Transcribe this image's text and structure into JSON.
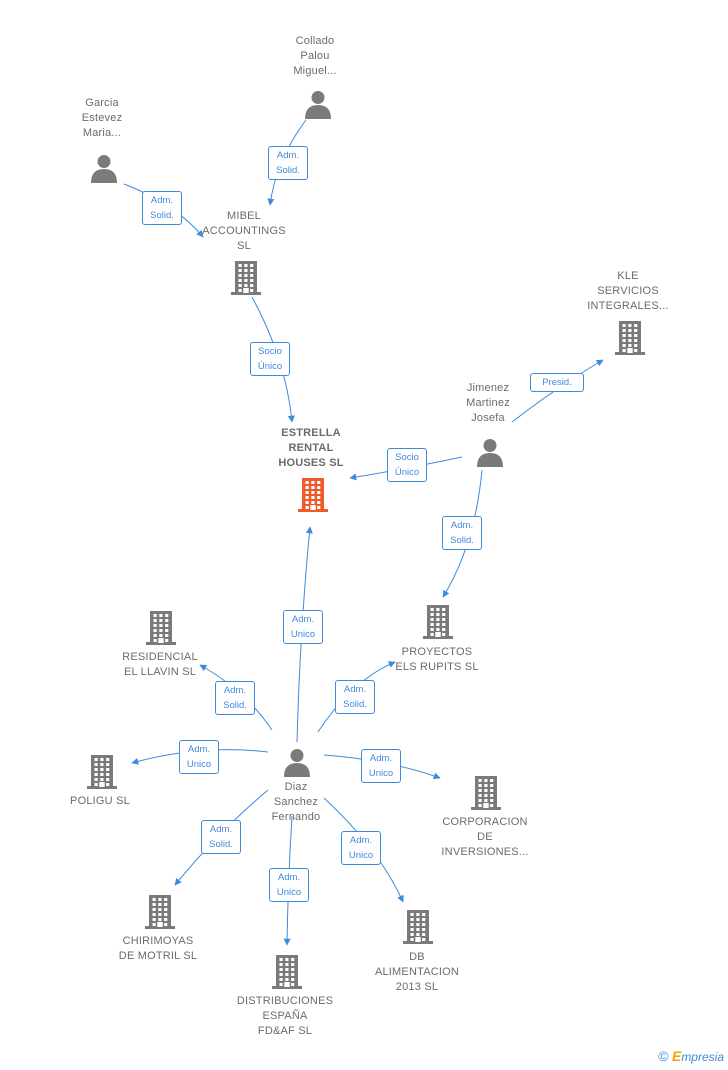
{
  "nodes": {
    "collado": {
      "type": "person",
      "label": "Collado\nPalou\nMiguel..."
    },
    "garcia": {
      "type": "person",
      "label": "Garcia\nEstevez\nMaria..."
    },
    "mibel": {
      "type": "company",
      "label": "MIBEL\nACCOUNTINGS\nSL"
    },
    "kle": {
      "type": "company",
      "label": "KLE\nSERVICIOS\nINTEGRALES..."
    },
    "jimenez": {
      "type": "person",
      "label": "Jimenez\nMartinez\nJosefa"
    },
    "estrella": {
      "type": "company",
      "label": "ESTRELLA\nRENTAL\nHOUSES  SL",
      "focus": true
    },
    "proyectos": {
      "type": "company",
      "label": "PROYECTOS\nELS RUPITS SL"
    },
    "residencial": {
      "type": "company",
      "label": "RESIDENCIAL\nEL LLAVIN  SL"
    },
    "diaz": {
      "type": "person",
      "label": "Diaz\nSanchez\nFernando"
    },
    "poligu": {
      "type": "company",
      "label": "POLIGU  SL"
    },
    "corporacion": {
      "type": "company",
      "label": "CORPORACION\nDE\nINVERSIONES..."
    },
    "chirimoyas": {
      "type": "company",
      "label": "CHIRIMOYAS\nDE MOTRIL SL"
    },
    "distribuciones": {
      "type": "company",
      "label": "DISTRIBUCIONES\nESPAÑA\nFD&AF  SL"
    },
    "db": {
      "type": "company",
      "label": "DB\nALIMENTACION\n2013  SL"
    }
  },
  "edges": [
    {
      "id": "e1",
      "from": "collado",
      "to": "mibel",
      "label": "Adm.\nSolid."
    },
    {
      "id": "e2",
      "from": "garcia",
      "to": "mibel",
      "label": "Adm.\nSolid."
    },
    {
      "id": "e3",
      "from": "mibel",
      "to": "estrella",
      "label": "Socio\nÚnico"
    },
    {
      "id": "e4",
      "from": "jimenez",
      "to": "kle",
      "label": "Presid."
    },
    {
      "id": "e5",
      "from": "jimenez",
      "to": "estrella",
      "label": "Socio\nÚnico"
    },
    {
      "id": "e6",
      "from": "jimenez",
      "to": "proyectos",
      "label": "Adm.\nSolid."
    },
    {
      "id": "e7",
      "from": "diaz",
      "to": "estrella",
      "label": "Adm.\nUnico"
    },
    {
      "id": "e8",
      "from": "diaz",
      "to": "proyectos",
      "label": "Adm.\nSolid."
    },
    {
      "id": "e9",
      "from": "diaz",
      "to": "residencial",
      "label": "Adm.\nSolid."
    },
    {
      "id": "e10",
      "from": "diaz",
      "to": "poligu",
      "label": "Adm.\nUnico"
    },
    {
      "id": "e11",
      "from": "diaz",
      "to": "corporacion",
      "label": "Adm.\nUnico"
    },
    {
      "id": "e12",
      "from": "diaz",
      "to": "chirimoyas",
      "label": "Adm.\nSolid."
    },
    {
      "id": "e13",
      "from": "diaz",
      "to": "distribuciones",
      "label": "Adm.\nUnico"
    },
    {
      "id": "e14",
      "from": "diaz",
      "to": "db",
      "label": "Adm.\nUnico"
    }
  ],
  "colors": {
    "edge": "#3e8bdc",
    "icon": "#7a7a7a",
    "focus": "#f05a28",
    "text": "#6b6b6b"
  },
  "footer": {
    "copyright": "©",
    "brand_first": "E",
    "brand_rest": "mpresia"
  }
}
